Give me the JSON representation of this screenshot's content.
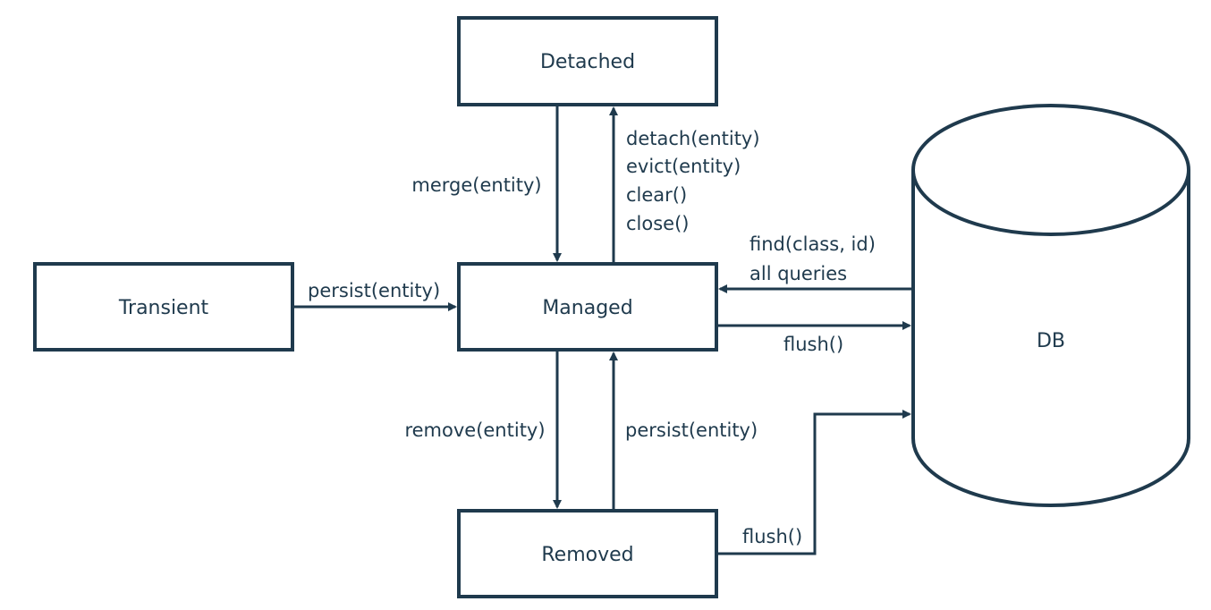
{
  "colors": {
    "stroke": "#1f3a4d",
    "text": "#1f3a4d",
    "background": "#ffffff"
  },
  "states": {
    "detached": "Detached",
    "managed": "Managed",
    "transient": "Transient",
    "removed": "Removed"
  },
  "database": {
    "label": "DB"
  },
  "transitions": {
    "merge": "merge(entity)",
    "detach_ops": [
      "detach(entity)",
      "evict(entity)",
      "clear()",
      "close()"
    ],
    "persist_from_transient": "persist(entity)",
    "find_ops": [
      "find(class, id)",
      "all queries"
    ],
    "flush_managed": "flush()",
    "remove": "remove(entity)",
    "persist_from_removed": "persist(entity)",
    "flush_removed": "flush()"
  }
}
